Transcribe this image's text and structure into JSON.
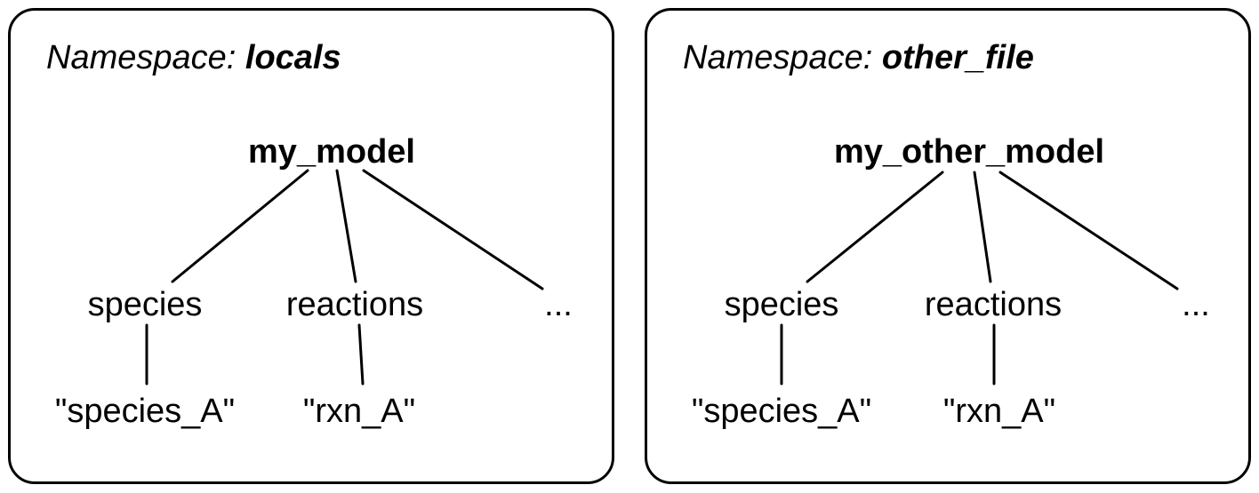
{
  "panels": [
    {
      "namespace_prefix": "Namespace: ",
      "namespace_name": "locals",
      "root": "my_model",
      "children": [
        {
          "label": "species",
          "leaf": "\"species_A\""
        },
        {
          "label": "reactions",
          "leaf": "\"rxn_A\""
        },
        {
          "label": "...",
          "leaf": null
        }
      ]
    },
    {
      "namespace_prefix": "Namespace: ",
      "namespace_name": "other_file",
      "root": "my_other_model",
      "children": [
        {
          "label": "species",
          "leaf": "\"species_A\""
        },
        {
          "label": "reactions",
          "leaf": "\"rxn_A\""
        },
        {
          "label": "...",
          "leaf": null
        }
      ]
    }
  ]
}
